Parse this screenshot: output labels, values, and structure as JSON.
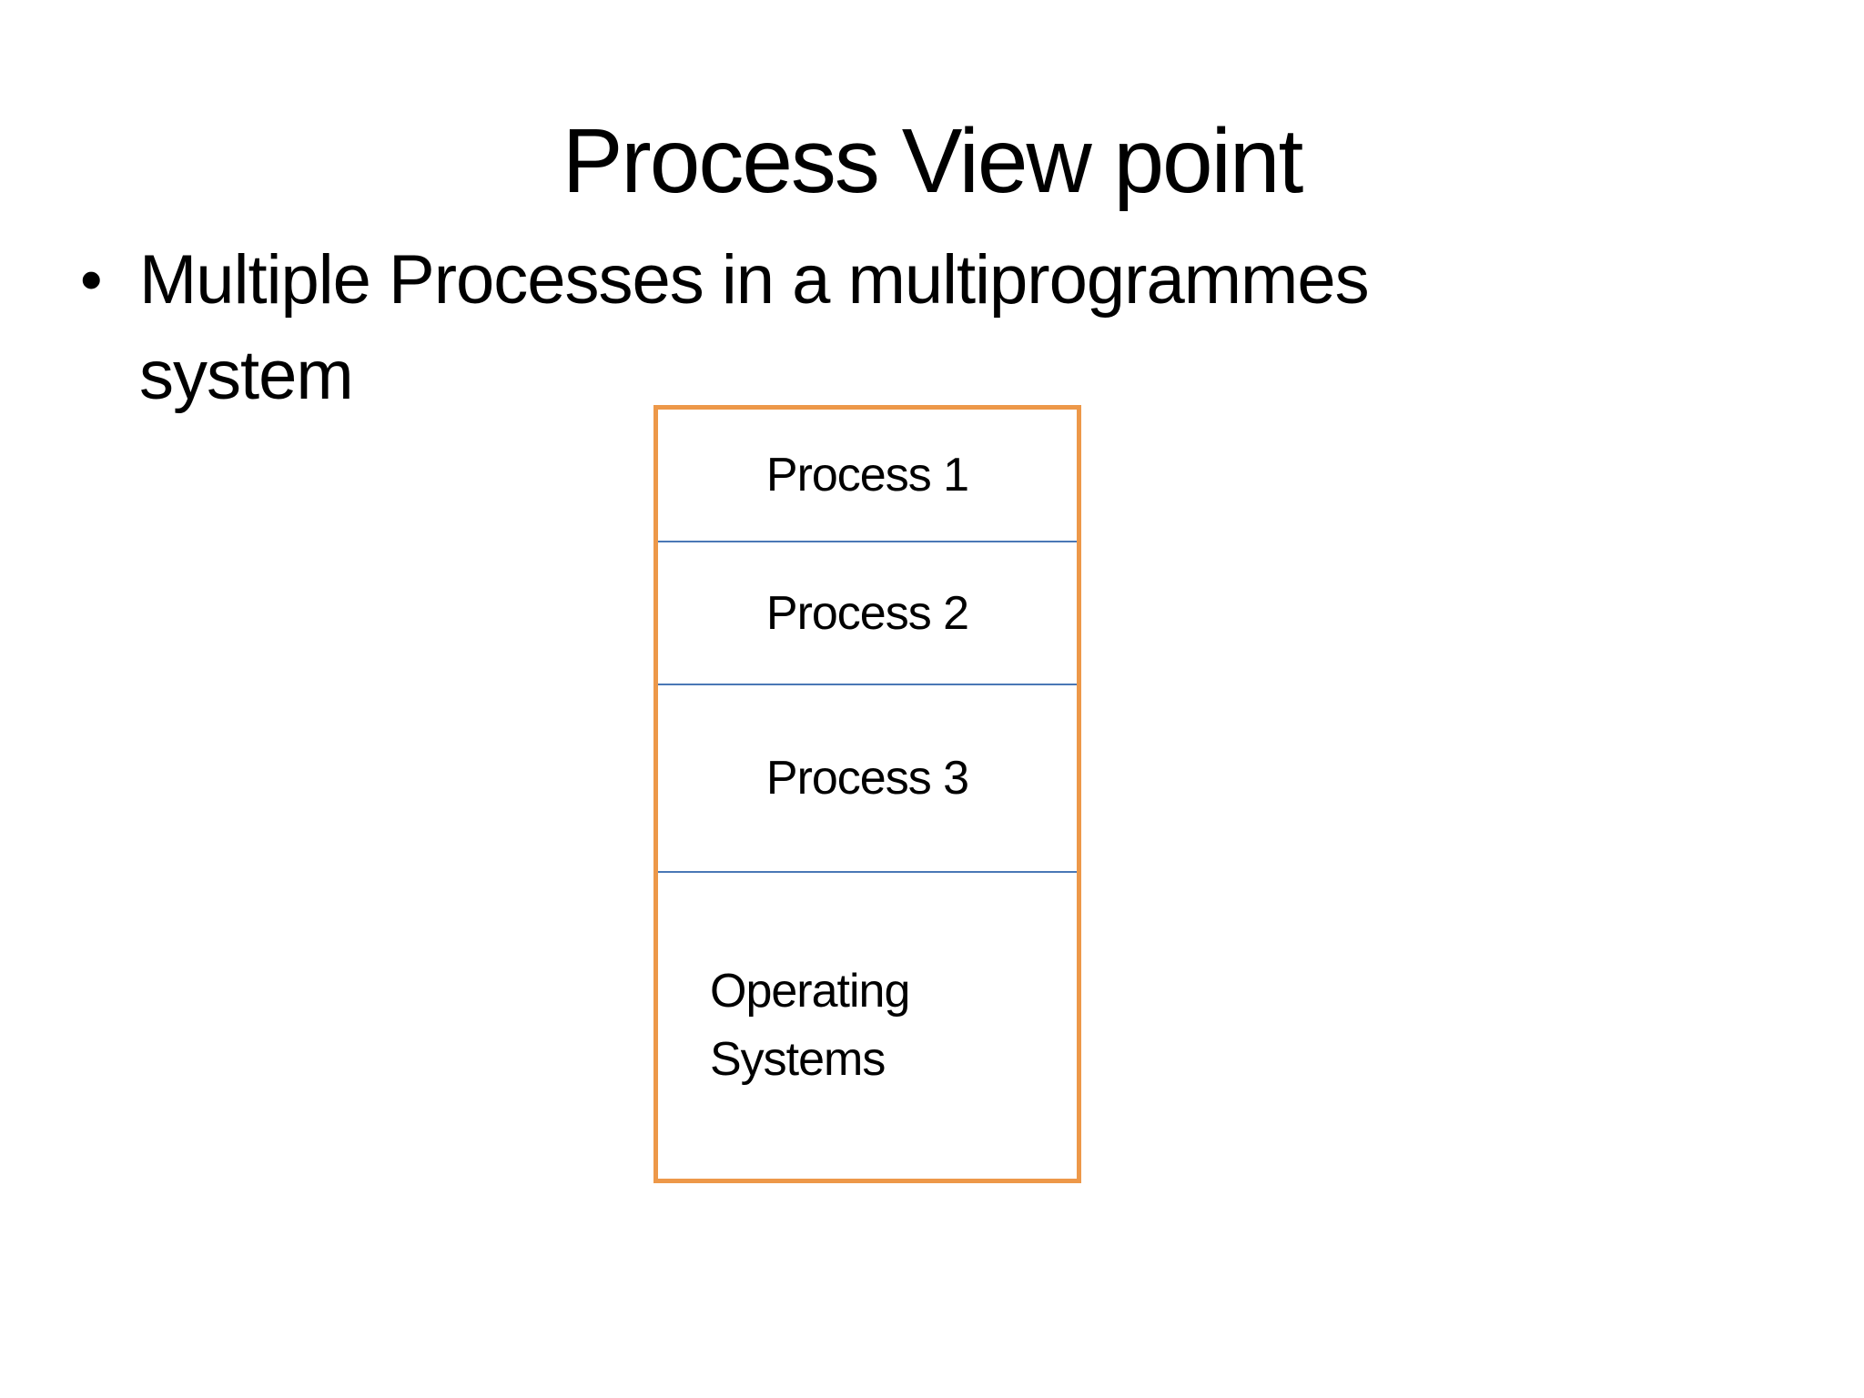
{
  "slide": {
    "title": "Process View point",
    "bullet": {
      "marker": "•",
      "text": "Multiple Processes in a multiprogrammes system"
    },
    "diagram": {
      "description": "memory-layout-box",
      "border_color": "#ED9849",
      "divider_color": "#4A78B6",
      "background_color": "#FFFFFF",
      "sections": [
        {
          "label": "Process 1"
        },
        {
          "label": "Process 2"
        },
        {
          "label": "Process 3"
        },
        {
          "label": "Operating Systems"
        }
      ]
    },
    "colors": {
      "slide_background": "#FFFFFF",
      "text": "#000000"
    }
  }
}
